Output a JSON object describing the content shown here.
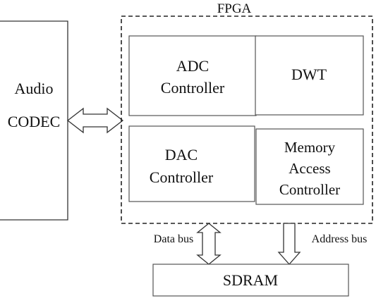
{
  "fpga": {
    "title": "FPGA"
  },
  "codec": {
    "line1": "Audio",
    "line2": "CODEC"
  },
  "blocks": {
    "adc": {
      "line1": "ADC",
      "line2": "Controller"
    },
    "dwt": {
      "line1": "DWT"
    },
    "dac": {
      "line1": "DAC",
      "line2": "Controller"
    },
    "mem": {
      "line1": "Memory",
      "line2": "Access",
      "line3": "Controller"
    }
  },
  "buses": {
    "data": "Data bus",
    "address": "Address bus"
  },
  "sdram": {
    "label": "SDRAM"
  },
  "colors": {
    "line": "#333333",
    "text": "#111111",
    "background": "#ffffff"
  }
}
